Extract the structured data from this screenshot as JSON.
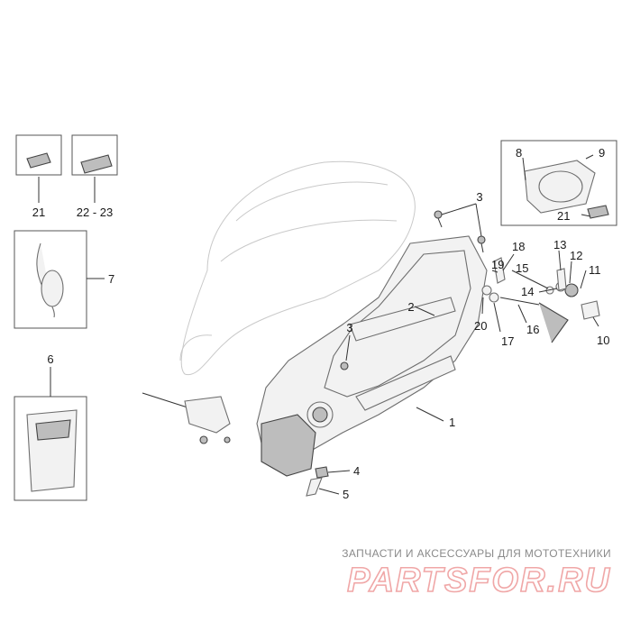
{
  "callouts": {
    "c1": "1",
    "c2": "2",
    "c3a": "3",
    "c3b": "3",
    "c4": "4",
    "c5": "5",
    "c6": "6",
    "c7": "7",
    "c8": "8",
    "c9": "9",
    "c10": "10",
    "c11": "11",
    "c12": "12",
    "c13": "13",
    "c14": "14",
    "c15": "15",
    "c16": "16",
    "c17": "17",
    "c18": "18",
    "c19": "19",
    "c20": "20",
    "c21a": "21",
    "c21b": "21",
    "c2223": "22 - 23"
  },
  "watermark": {
    "tagline": "ЗАПЧАСТИ И АКСЕССУАРЫ ДЛЯ МОТОТЕХНИКИ",
    "logo": "PARTSFOR.RU"
  }
}
